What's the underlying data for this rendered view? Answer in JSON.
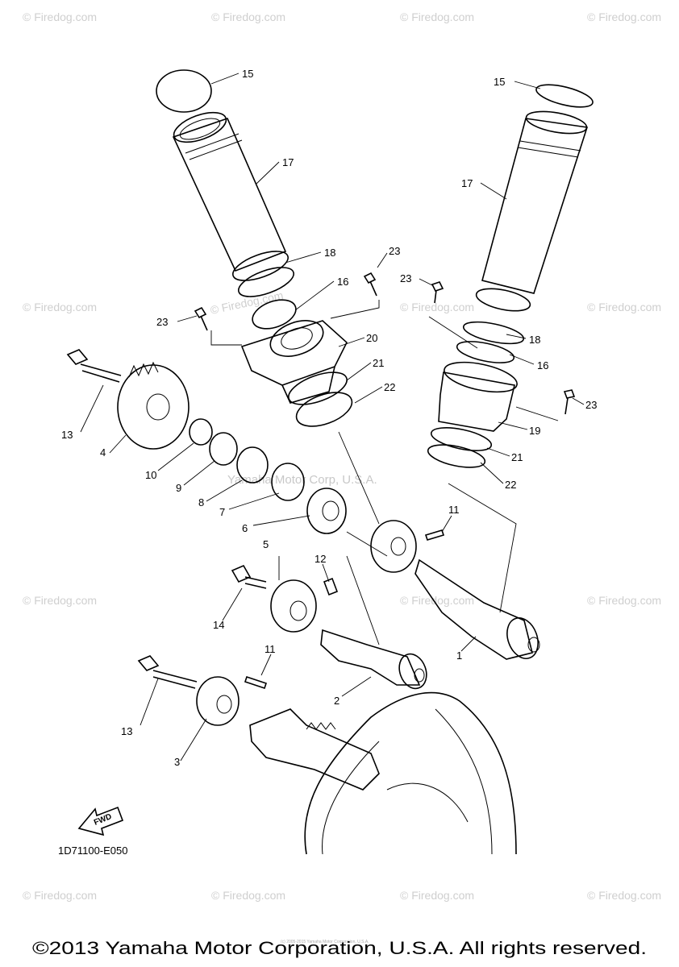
{
  "diagram": {
    "code": "1D71100-E050",
    "fwd_label": "FWD",
    "copyright_caption": "©2013 Yamaha Motor Corporation, U.S.A. All rights reserved.",
    "center_watermark": "Yamaha Motor Corp, U.S.A.",
    "tiny_footer": "(c) 2005-2015 Yamaha Motor Corporation, U.S.A.",
    "watermark_text": "© Firedog.com",
    "inline_watermark": "© Firedog.com",
    "callouts": [
      "15",
      "15",
      "17",
      "17",
      "18",
      "18",
      "16",
      "16",
      "23",
      "23",
      "23",
      "23",
      "20",
      "21",
      "21",
      "22",
      "22",
      "19",
      "13",
      "13",
      "4",
      "10",
      "9",
      "8",
      "7",
      "6",
      "5",
      "11",
      "11",
      "12",
      "14",
      "1",
      "2",
      "3"
    ]
  }
}
